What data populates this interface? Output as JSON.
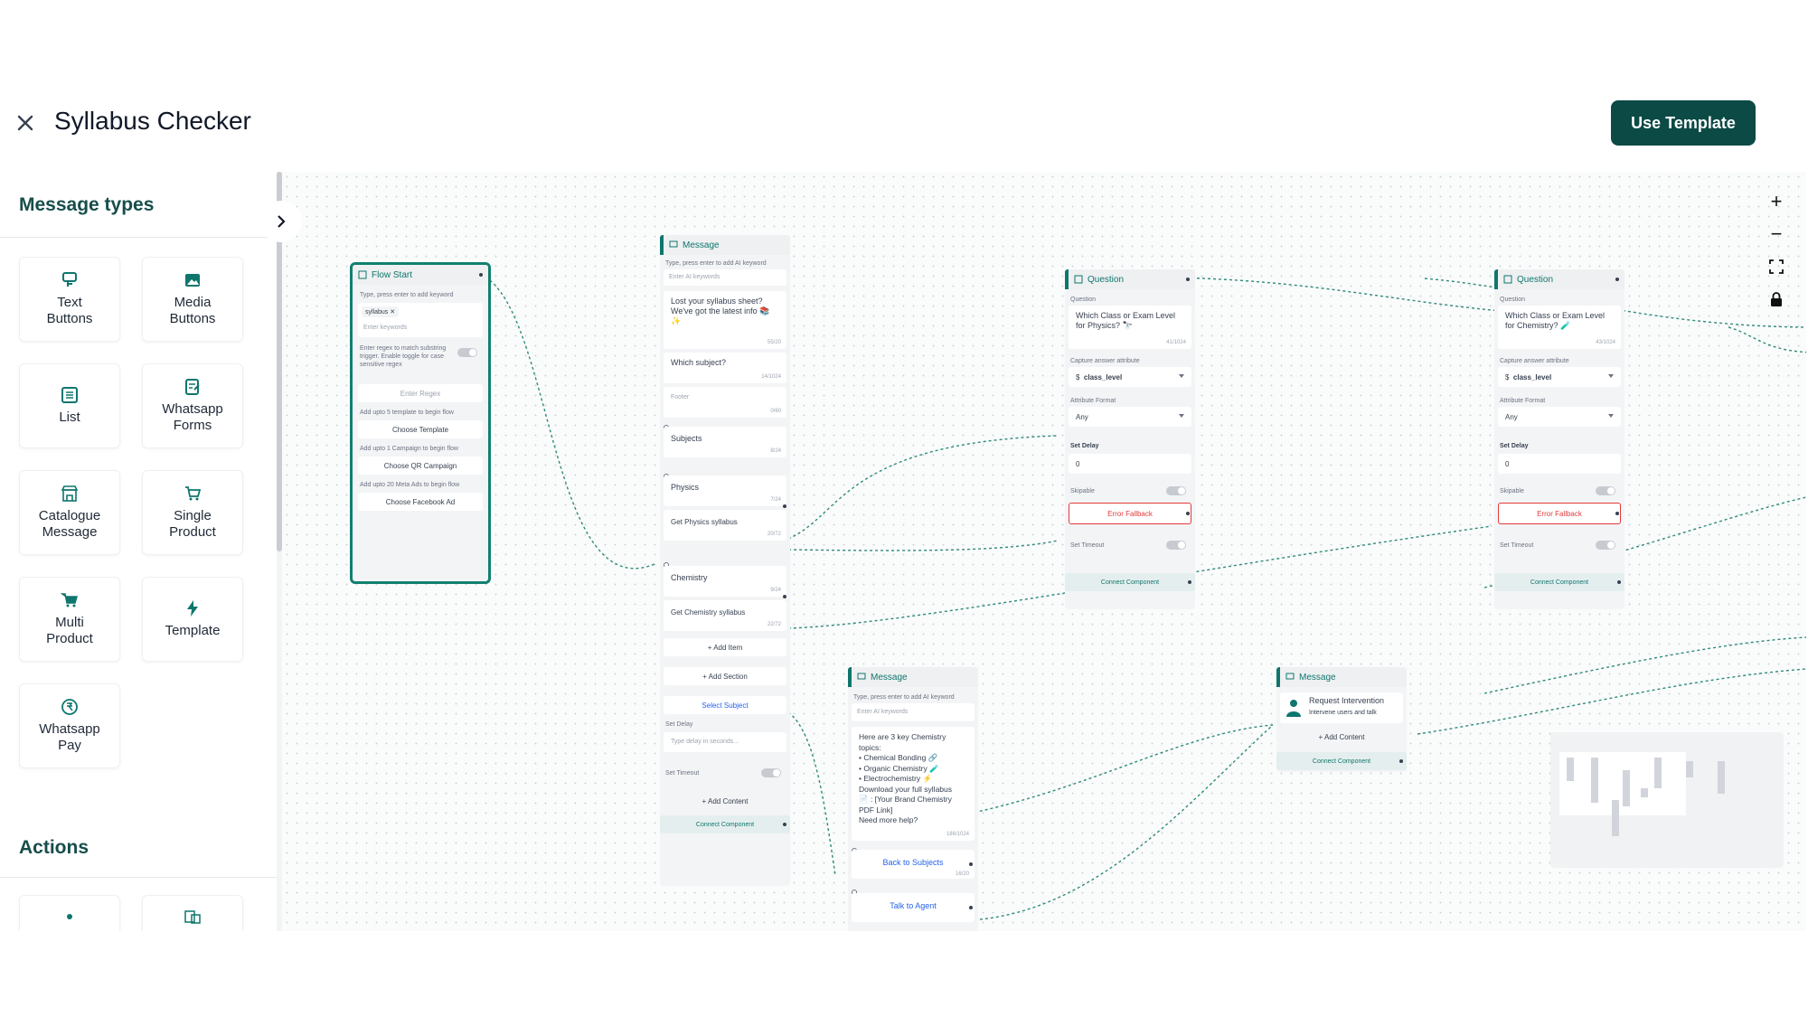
{
  "header": {
    "title": "Syllabus Checker",
    "use_template_label": "Use Template"
  },
  "sidebar": {
    "message_types_title": "Message types",
    "actions_title": "Actions",
    "tiles": [
      {
        "label": "Text Buttons",
        "icon": "text-buttons-icon"
      },
      {
        "label": "Media Buttons",
        "icon": "media-buttons-icon"
      },
      {
        "label": "List",
        "icon": "list-icon"
      },
      {
        "label": "Whatsapp Forms",
        "icon": "whatsapp-forms-icon"
      },
      {
        "label": "Catalogue Message",
        "icon": "catalogue-icon"
      },
      {
        "label": "Single Product",
        "icon": "single-product-icon"
      },
      {
        "label": "Multi Product",
        "icon": "multi-product-icon"
      },
      {
        "label": "Template",
        "icon": "template-icon"
      },
      {
        "label": "Whatsapp Pay",
        "icon": "whatsapp-pay-icon"
      }
    ]
  },
  "flow_start": {
    "title": "Flow Start",
    "keyword_hint": "Type, press enter to add keyword",
    "chip": "syllabus",
    "keyword_placeholder": "Enter keywords",
    "regex_hint": "Enter regex to match substring trigger. Enable toggle for case sensitive regex",
    "regex_placeholder": "Enter Regex",
    "template_hint": "Add upto 5 template to begin flow",
    "template_button": "Choose Template",
    "campaign_hint": "Add upto 1 Campaign to begin flow",
    "campaign_button": "Choose QR Campaign",
    "ads_hint": "Add upto 20 Meta Ads to begin flow",
    "ads_button": "Choose Facebook Ad"
  },
  "message_list": {
    "title": "Message",
    "ai_hint": "Type, press enter to add AI keyword",
    "ai_placeholder": "Enter AI keywords",
    "body": "Lost your syllabus sheet? We've got the latest info 📚✨",
    "body_count": "55/20",
    "header_text": "Which subject?",
    "header_count": "14/1024",
    "footer_placeholder": "Footer",
    "footer_count": "0/60",
    "section_title": "Subjects",
    "section_count": "8/24",
    "item1_title": "Physics",
    "item1_count": "7/24",
    "item1_desc": "Get Physics syllabus",
    "item1_desc_count": "20/72",
    "item2_title": "Chemistry",
    "item2_count": "9/24",
    "item2_desc": "Get Chemistry syllabus",
    "item2_desc_count": "22/72",
    "add_item": "+ Add Item",
    "add_section": "+ Add Section",
    "select_button": "Select Subject",
    "delay_label": "Set Delay",
    "delay_placeholder": "Type delay in seconds...",
    "timeout_label": "Set Timeout",
    "add_content": "+ Add Content",
    "connect": "Connect Component"
  },
  "question_physics": {
    "title": "Question",
    "question_label": "Question",
    "question_text": "Which Class or Exam Level for Physics? 🔭",
    "question_count": "41/1024",
    "capture_label": "Capture answer attribute",
    "attribute_value": "class_level",
    "format_label": "Attribute Format",
    "format_value": "Any",
    "delay_label": "Set Delay",
    "delay_value": "0",
    "skippable_label": "Skipable",
    "error_fallback": "Error Fallback",
    "timeout_label": "Set Timeout",
    "connect": "Connect Component"
  },
  "question_chemistry": {
    "title": "Question",
    "question_label": "Question",
    "question_text": "Which Class or Exam Level for Chemistry? 🧪",
    "question_count": "43/1024",
    "capture_label": "Capture answer attribute",
    "attribute_value": "class_level",
    "format_label": "Attribute Format",
    "format_value": "Any",
    "delay_label": "Set Delay",
    "delay_value": "0",
    "skippable_label": "Skipable",
    "error_fallback": "Error Fallback",
    "timeout_label": "Set Timeout",
    "connect": "Connect Component"
  },
  "message_chem": {
    "title": "Message",
    "ai_hint": "Type, press enter to add AI keyword",
    "ai_placeholder": "Enter AI keywords",
    "body_lines": [
      "Here are 3 key Chemistry",
      "topics:",
      "• Chemical Bonding 🔗",
      "• Organic Chemistry 🧪",
      "• Electrochemistry ⚡",
      "Download your full syllabus",
      "📄 : [Your Brand Chemistry",
      "PDF Link]",
      "Need more help?"
    ],
    "body_count": "186/1024",
    "button1": "Back to Subjects",
    "button1_count": "16/20",
    "button2": "Talk to Agent"
  },
  "message_agent": {
    "title": "Message",
    "action_title": "Request Intervention",
    "action_sub": "Intervene users and talk",
    "add_content": "+ Add Content",
    "connect": "Connect Component"
  },
  "zoom": {
    "zoom_in": "+",
    "zoom_out": "−"
  },
  "colors": {
    "brand": "#0b4a45",
    "accent": "#0f766e",
    "error": "#e23b3b"
  }
}
